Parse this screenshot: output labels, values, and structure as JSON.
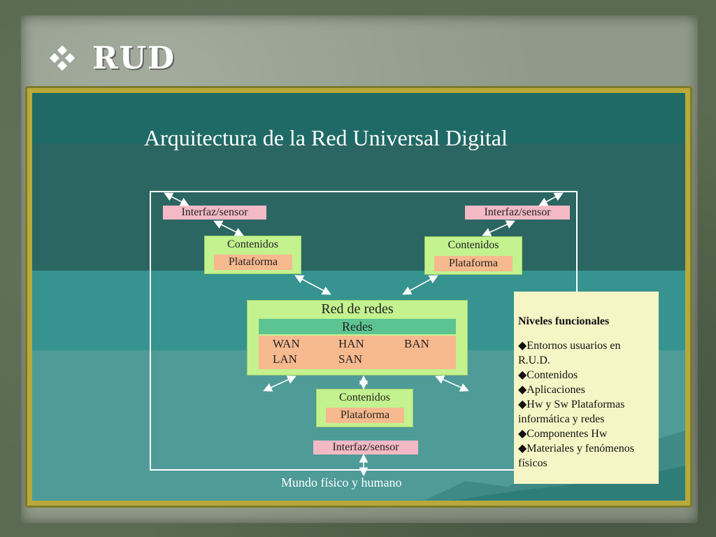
{
  "slide": {
    "title": "RUD"
  },
  "diagram": {
    "title": "Arquitectura de la Red Universal Digital",
    "left": {
      "interfaz": "Interfaz/sensor",
      "contenidos": "Contenidos",
      "plataforma": "Plataforma"
    },
    "right": {
      "interfaz": "Interfaz/sensor",
      "contenidos": "Contenidos",
      "plataforma": "Plataforma"
    },
    "center": {
      "title": "Red de redes",
      "redes": "Redes",
      "networks": [
        "WAN",
        "HAN",
        "BAN",
        "LAN",
        "SAN"
      ]
    },
    "bottom": {
      "contenidos": "Contenidos",
      "plataforma": "Plataforma",
      "interfaz": "Interfaz/sensor"
    },
    "caption": "Mundo físico y humano",
    "legend": {
      "heading": "Niveles funcionales",
      "items": [
        "◆Entornos usuarios en R.U.D.",
        "◆Contenidos",
        "◆Aplicaciones",
        "◆Hw y Sw Plataformas informática y redes",
        "◆Componentes Hw",
        "◆Materiales y fenómenos físicos"
      ]
    }
  },
  "colors": {
    "teal_dark": "#1f6a66",
    "teal_light": "#4e9b98",
    "pink": "#f3b9c4",
    "green": "#c3f28f",
    "orange": "#f7b98e",
    "redes_green": "#5cc492",
    "legend_bg": "#f6f5c6",
    "frame_gold": "#b8a93a"
  },
  "icons": [
    "diamond-bullet-icon",
    "bidirectional-arrow-icon"
  ]
}
